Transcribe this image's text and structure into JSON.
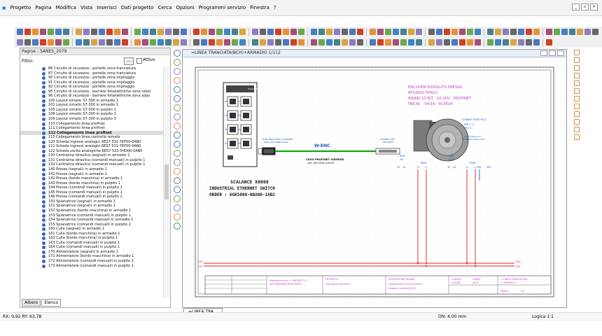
{
  "menu": [
    "Progetto",
    "Pagina",
    "Modifica",
    "Vista",
    "Inserisci",
    "Dati progetto",
    "Cerca",
    "Opzioni",
    "Programmi servizio",
    "Finestra",
    "?"
  ],
  "left_panel": {
    "title": "Pagine - SANES_2079",
    "filter_label": "Filtro:",
    "filter_button": "...",
    "active_label": "Attivo",
    "tabs": [
      "Albero",
      "Elenco"
    ],
    "items": [
      "86 Circuito di sicurezza - portelle zona tranciatura",
      "87 Circuito di sicurezza - portelle zona tranciatura",
      "90 Circuito di sicurezza - portelle zona impilaggio",
      "91 Circuito di sicurezza - portelle zona impilaggio",
      "92 Circuito di sicurezza - portelle zona impilaggio",
      "95 Circuito di sicurezza - barriere fotoelettriche zona robot",
      "96 Circuito di sicurezza - barriere fotoelettriche zona aspo",
      "100 Layout simatic S7-300 in armadio 1",
      "101 Layout simatic S7-300 in armadio 1",
      "105 Layout simatic S7-300 in pulpito 1",
      "108 Layout simatic S7-300 in pulpito 2",
      "109 Layout simatic S7-300 in pulpito 3",
      "110 Collegamento linea profinet",
      "111 Collegamento linea profinet",
      "112 Collegamento linea profinet",
      "115 Collegamento linea controllo remoto",
      "120 Scheda ingressi analogici 6ES7 531-7KF00-0AB0",
      "121 Scheda ingressi analogici 6ES7 531-7KF00-0AB0",
      "122 Scheda uscite analogiche 6ES7 532-5HD00-0AB0",
      "130 Centralina idraulica (segnali) in armadio 1",
      "131 Centralina idraulica (comandi manuali) in pulpito 1",
      "132 Centralina idraulica (comandi manuali) in pulpito 1",
      "140 Pressa (segnali) in armadio 1",
      "141 Pressa (segnali) in armadio 1",
      "142 Pressa (bordo macchina) in armadio 1",
      "143 Pressa (bordo macchina) in pulpito 1",
      "144 Pressa (comandi manuali) in pulpito 1",
      "145 Pressa (comandi manuali) in pulpito 1",
      "146 Pressa (comandi manuali) in pulpito 2",
      "150 Spianatrice (segnali) in armadio 1",
      "151 Spianatrice (segnali) in armadio 1",
      "152 Spianatrice (bordo macchina) in armadio 1",
      "153 Spianatrice (comandi manuali) in pulpito 1",
      "154 Spianatrice (comandi manuali) in armadio 1",
      "155 Spianatrice (comandi manuali) in pulpito 2",
      "160 Culla (segnali) in armadio 1",
      "161 Culla (bordo macchina) in armadio 1",
      "162 Culla (bordo macchina) in pulpito 1",
      "163 Culla (comandi manuali) in pulpito 1",
      "164 Culla (comandi manuali) in pulpito 1",
      "170 Alimentatore (segnali) in armadio 1",
      "171 Alimentatore (bordo macchina) in armadio 1",
      "172 Alimentatore (comandi manuali) in pulpito 1",
      "173 Alimentatore (comandi manuali) in pulpito 1"
    ],
    "selected_index": 14
  },
  "document": {
    "window_title": "=LINEA TRANCIATA(BCH)+ARMADIO 1/112",
    "tab_label": "=LINEA TRA...",
    "switch": {
      "title": "SCALANCE X8008",
      "line2": "INDUSTRIAL ETHERNET SWITCH",
      "line3": "ORDER : 6GK5008-0BA00-1AB2",
      "device_label": "SCALANCE X008",
      "ports": [
        "P1",
        "P2",
        "P3",
        "P4",
        "P5",
        "P6",
        "P7",
        "P8"
      ]
    },
    "cable": {
      "name": "W-ENC",
      "line1": "CAVO PROFINET SIEMENS",
      "line2": "cod. 6XV1840-2AH10",
      "left_conn": "SPINE INDUSTRIAL ETHERNET",
      "left_conn2": "6GK1 901-1BB10-2AA0",
      "right_conn": "CONNETTORE",
      "right_conn2": "ENCODER"
    },
    "encoder": {
      "title": "ENCODER ASSOLUTO PRESSA",
      "line2": "6FX2001-5FN13",
      "line3": "BINARI 13 BIT - 10-30V - PROFINET",
      "line4": "FAB.Nr. : 04/16 - 915834",
      "connector": "CONNETTORE M12",
      "pin1": "PIN 1 +",
      "pin3": "PIN 3 -",
      "note1": "CAVO M12A 4x1",
      "note2": "6FX8002-1SD5-1AF0"
    },
    "bus_in": {
      "label1": "BUS",
      "label2": "IN",
      "pins": [
        "1E",
        "1A",
        "1+",
        "1-"
      ],
      "pwr": "PWR"
    },
    "bus_out": {
      "label1": "BUS",
      "label2": "OUT",
      "pins": [
        "1E",
        "1A",
        "1+",
        "1-"
      ],
      "pwr": "PWR"
    },
    "right_pins": [
      "1PE",
      "1PE"
    ],
    "busbar": {
      "left": [
        "2X0",
        "2X1"
      ],
      "right": [
        "2X0",
        "2X1"
      ]
    },
    "titleblock": {
      "company": "Elettrotecnica s.r.l. PROGETTI E",
      "company2": "AUTOMAZIONE INDUSTRIALE",
      "project_label": "PROGETTO",
      "project_value": "Tranciatura lamierini",
      "desc_label": "DESCRIZIONE PAGINA",
      "desc_value": "Collegamento linea profinet",
      "desc_value2": "Quadro e profinet BCH",
      "client_label": "CLIENTE",
      "client_value": "SANES",
      "code_label": "CODICE",
      "code_value": "2079",
      "line_label": "= LINEA TRANCIATURA",
      "cab_label": "+ ARMADIO 1",
      "page_label": "Pagina",
      "page_value": "112"
    }
  },
  "status": {
    "coords": "RX: 0,92     RY: 63,78",
    "grid": "ON: 4,00 mm",
    "logic": "Logica 1:1"
  },
  "colors": {
    "magenta": "#c040c0",
    "blue": "#2255cc",
    "red": "#dd2020",
    "green": "#12a612",
    "frame": "#3a3a3a"
  }
}
